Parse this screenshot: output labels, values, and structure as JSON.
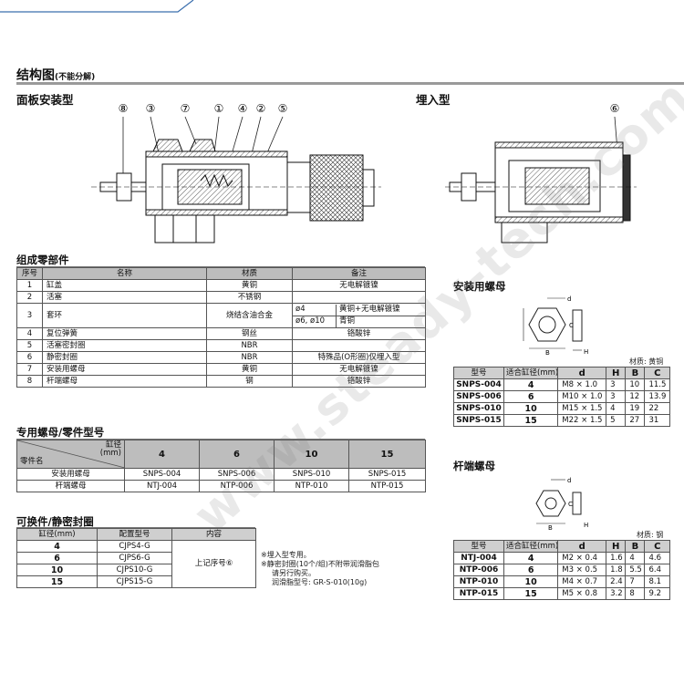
{
  "structure": {
    "title": "结构图",
    "title_note": "(不能分解)",
    "panel_type": "面板安装型",
    "embedded_type": "埋入型",
    "panel_callouts": [
      "⑧",
      "③",
      "⑦",
      "①",
      "④",
      "②",
      "⑤"
    ],
    "embedded_callouts": [
      "⑥"
    ]
  },
  "parts": {
    "title": "组成零部件",
    "headers": [
      "序号",
      "名称",
      "材质",
      "备注"
    ],
    "rows": [
      {
        "no": "1",
        "name": "缸盖",
        "material": "黄铜",
        "note": "无电解镀镍"
      },
      {
        "no": "2",
        "name": "活塞",
        "material": "不锈钢",
        "note": ""
      },
      {
        "no": "3",
        "name": "套环",
        "material": "烧结含油合金",
        "sub": [
          {
            "size": "ø4",
            "note": "黄铜+无电解镀镍"
          },
          {
            "size": "ø6, ø10",
            "note": "青铜"
          }
        ]
      },
      {
        "no": "4",
        "name": "复位弹簧",
        "material": "钢丝",
        "note": "铬酸锌"
      },
      {
        "no": "5",
        "name": "活塞密封圈",
        "material": "NBR",
        "note": ""
      },
      {
        "no": "6",
        "name": "静密封圈",
        "material": "NBR",
        "note": "特殊品(O形圈)仅埋入型"
      },
      {
        "no": "7",
        "name": "安装用螺母",
        "material": "黄铜",
        "note": "无电解镀镍"
      },
      {
        "no": "8",
        "name": "杆端螺母",
        "material": "钢",
        "note": "铬酸锌"
      }
    ]
  },
  "special": {
    "title": "专用螺母/零件型号",
    "corner_top": "缸径",
    "corner_top2": "(mm)",
    "corner_bottom": "零件名",
    "bores": [
      "4",
      "6",
      "10",
      "15"
    ],
    "rows": [
      {
        "name": "安装用螺母",
        "values": [
          "SNPS-004",
          "SNPS-006",
          "SNPS-010",
          "SNPS-015"
        ]
      },
      {
        "name": "杆端螺母",
        "values": [
          "NTJ-004",
          "NTP-006",
          "NTP-010",
          "NTP-015"
        ]
      }
    ]
  },
  "seals": {
    "title": "可换件/静密封圈",
    "headers": [
      "缸径(mm)",
      "配置型号",
      "内容"
    ],
    "rows": [
      [
        "4",
        "CJPS4-G"
      ],
      [
        "6",
        "CJPS6-G"
      ],
      [
        "10",
        "CJPS10-G"
      ],
      [
        "15",
        "CJPS15-G"
      ]
    ],
    "content": "上记序号⑥",
    "notes": [
      "※埋入型专用。",
      "※静密封圈(10个/组)不附带润滑脂包",
      "请另行购买。",
      "润滑脂型号: GR-S-010(10g)"
    ]
  },
  "mount_nut": {
    "title": "安装用螺母",
    "material": "材质: 黄铜",
    "headers": [
      "型号",
      "适合缸径(mm)",
      "d",
      "H",
      "B",
      "C"
    ],
    "rows": [
      [
        "SNPS-004",
        "4",
        "M8 × 1.0",
        "3",
        "10",
        "11.5"
      ],
      [
        "SNPS-006",
        "6",
        "M10 × 1.0",
        "3",
        "12",
        "13.9"
      ],
      [
        "SNPS-010",
        "10",
        "M15 × 1.5",
        "4",
        "19",
        "22"
      ],
      [
        "SNPS-015",
        "15",
        "M22 × 1.5",
        "5",
        "27",
        "31"
      ]
    ]
  },
  "rod_nut": {
    "title": "杆端螺母",
    "material": "材质: 钢",
    "headers": [
      "型号",
      "适合缸径(mm)",
      "d",
      "H",
      "B",
      "C"
    ],
    "rows": [
      [
        "NTJ-004",
        "4",
        "M2 × 0.4",
        "1.6",
        "4",
        "4.6"
      ],
      [
        "NTP-006",
        "6",
        "M3 × 0.5",
        "1.8",
        "5.5",
        "6.4"
      ],
      [
        "NTP-010",
        "10",
        "M4 × 0.7",
        "2.4",
        "7",
        "8.1"
      ],
      [
        "NTP-015",
        "15",
        "M5 × 0.8",
        "3.2",
        "8",
        "9.2"
      ]
    ]
  },
  "nut_dims": {
    "d": "d",
    "c": "C",
    "b": "B",
    "h": "H"
  },
  "watermark": "www.steady-tech.com"
}
